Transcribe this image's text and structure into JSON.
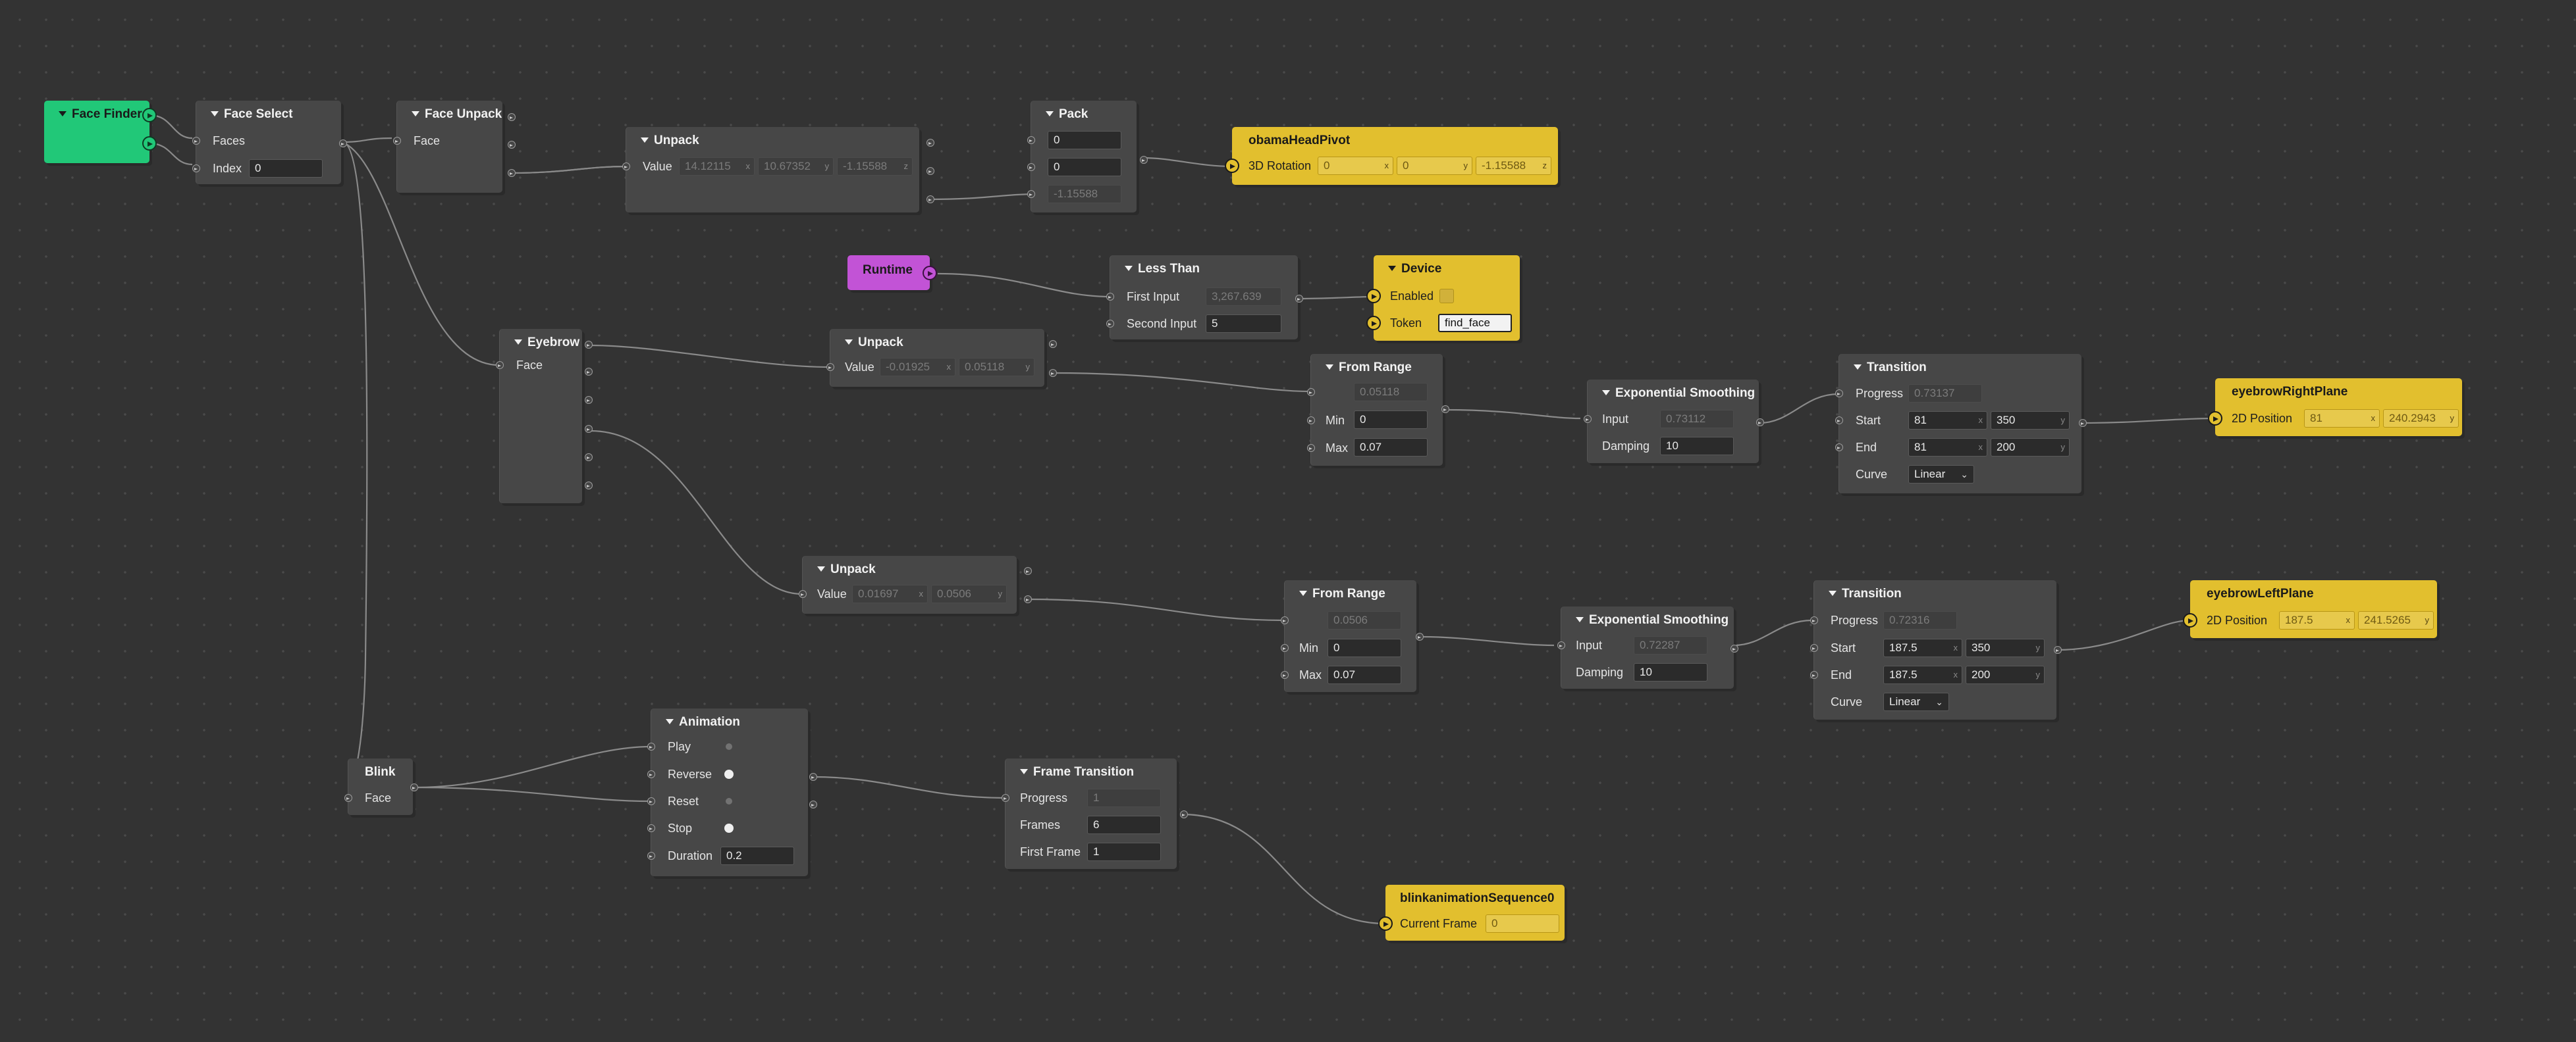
{
  "nodes": {
    "face_finder": {
      "title": "Face Finder",
      "color": "#21c878"
    },
    "face_select": {
      "title": "Face Select",
      "faces": "Faces",
      "index_label": "Index",
      "index_value": "0"
    },
    "face_unpack": {
      "title": "Face Unpack",
      "face": "Face"
    },
    "unpack_3d": {
      "title": "Unpack",
      "value_label": "Value",
      "x": "14.12115",
      "y": "10.67352",
      "z": "-1.15588",
      "x_axis": "x",
      "y_axis": "y",
      "z_axis": "z"
    },
    "pack": {
      "title": "Pack",
      "v1": "0",
      "v2": "0",
      "v3": "-1.15588"
    },
    "obama_head_pivot": {
      "title": "obamaHeadPivot",
      "label": "3D Rotation",
      "x": "0",
      "y": "0",
      "z": "-1.15588",
      "x_axis": "x",
      "y_axis": "y",
      "z_axis": "z",
      "color": "#e2bf2e"
    },
    "runtime": {
      "title": "Runtime",
      "color": "#c253d6"
    },
    "less_than": {
      "title": "Less Than",
      "first_label": "First Input",
      "first_value": "3,267.639",
      "second_label": "Second Input",
      "second_value": "5"
    },
    "device": {
      "title": "Device",
      "enabled_label": "Enabled",
      "token_label": "Token",
      "token_value": "find_face"
    },
    "eyebrow": {
      "title": "Eyebrow",
      "face": "Face"
    },
    "unpack_2d_a": {
      "title": "Unpack",
      "value_label": "Value",
      "x": "-0.01925",
      "y": "0.05118",
      "x_axis": "x",
      "y_axis": "y"
    },
    "from_range_a": {
      "title": "From Range",
      "value": "0.05118",
      "min_label": "Min",
      "min_value": "0",
      "max_label": "Max",
      "max_value": "0.07"
    },
    "exp_smooth_a": {
      "title": "Exponential Smoothing",
      "input_label": "Input",
      "input_value": "0.73112",
      "damping_label": "Damping",
      "damping_value": "10"
    },
    "transition_a": {
      "title": "Transition",
      "progress_label": "Progress",
      "progress_value": "0.73137",
      "start_label": "Start",
      "start_x": "81",
      "start_y": "350",
      "end_label": "End",
      "end_x": "81",
      "end_y": "200",
      "curve_label": "Curve",
      "curve_value": "Linear",
      "x_axis": "x",
      "y_axis": "y"
    },
    "eyebrow_right_plane": {
      "title": "eyebrowRightPlane",
      "label": "2D Position",
      "x": "81",
      "y": "240.2943",
      "x_axis": "x",
      "y_axis": "y"
    },
    "unpack_2d_b": {
      "title": "Unpack",
      "value_label": "Value",
      "x": "0.01697",
      "y": "0.0506",
      "x_axis": "x",
      "y_axis": "y"
    },
    "from_range_b": {
      "title": "From Range",
      "value": "0.0506",
      "min_label": "Min",
      "min_value": "0",
      "max_label": "Max",
      "max_value": "0.07"
    },
    "exp_smooth_b": {
      "title": "Exponential Smoothing",
      "input_label": "Input",
      "input_value": "0.72287",
      "damping_label": "Damping",
      "damping_value": "10"
    },
    "transition_b": {
      "title": "Transition",
      "progress_label": "Progress",
      "progress_value": "0.72316",
      "start_label": "Start",
      "start_x": "187.5",
      "start_y": "350",
      "end_label": "End",
      "end_x": "187.5",
      "end_y": "200",
      "curve_label": "Curve",
      "curve_value": "Linear",
      "x_axis": "x",
      "y_axis": "y"
    },
    "eyebrow_left_plane": {
      "title": "eyebrowLeftPlane",
      "label": "2D Position",
      "x": "187.5",
      "y": "241.5265",
      "x_axis": "x",
      "y_axis": "y"
    },
    "blink": {
      "title": "Blink",
      "face": "Face"
    },
    "animation": {
      "title": "Animation",
      "play": "Play",
      "reverse": "Reverse",
      "reset": "Reset",
      "stop": "Stop",
      "duration_label": "Duration",
      "duration_value": "0.2"
    },
    "frame_transition": {
      "title": "Frame Transition",
      "progress_label": "Progress",
      "progress_value": "1",
      "frames_label": "Frames",
      "frames_value": "6",
      "first_frame_label": "First Frame",
      "first_frame_value": "1"
    },
    "blink_sequence": {
      "title": "blinkanimationSequence0",
      "label": "Current Frame",
      "value": "0"
    }
  },
  "icons": {
    "collapse": "triangle-down-icon",
    "port": "arrow-right-circle-icon",
    "pulse": "dot-icon",
    "dropdown": "chevron-down-icon"
  },
  "colors": {
    "patch_node": "#474747",
    "output_node": "#e2bf2e",
    "wire": "#8a8a8a",
    "canvas": "#333333"
  }
}
